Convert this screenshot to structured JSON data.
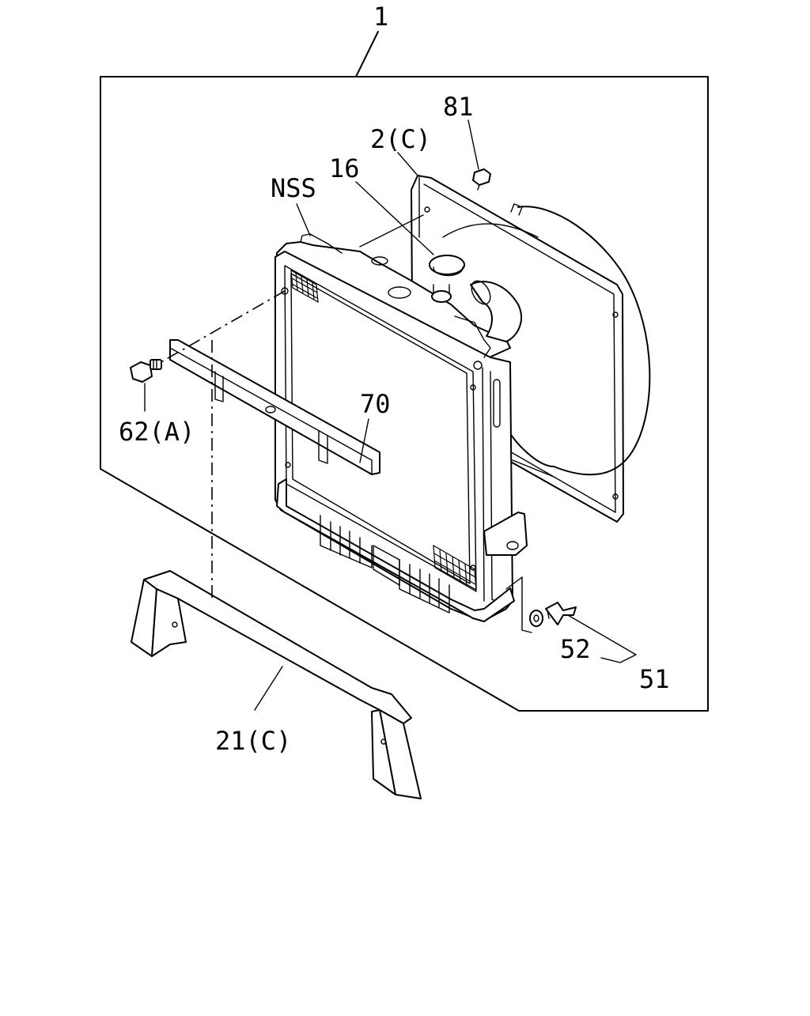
{
  "callouts": {
    "assembly": "1",
    "c81": "81",
    "c2c": "2(C)",
    "c16": "16",
    "nss": "NSS",
    "c70": "70",
    "c62a": "62(A)",
    "c52": "52",
    "c51": "51",
    "c21c": "21(C)"
  },
  "parts": [
    "radiator-assembly",
    "fan-shroud",
    "radiator-cap",
    "upper-hose-outlet",
    "cross-bar",
    "bolt",
    "washer",
    "wing-bolt",
    "lower-support-bracket",
    "nut"
  ]
}
